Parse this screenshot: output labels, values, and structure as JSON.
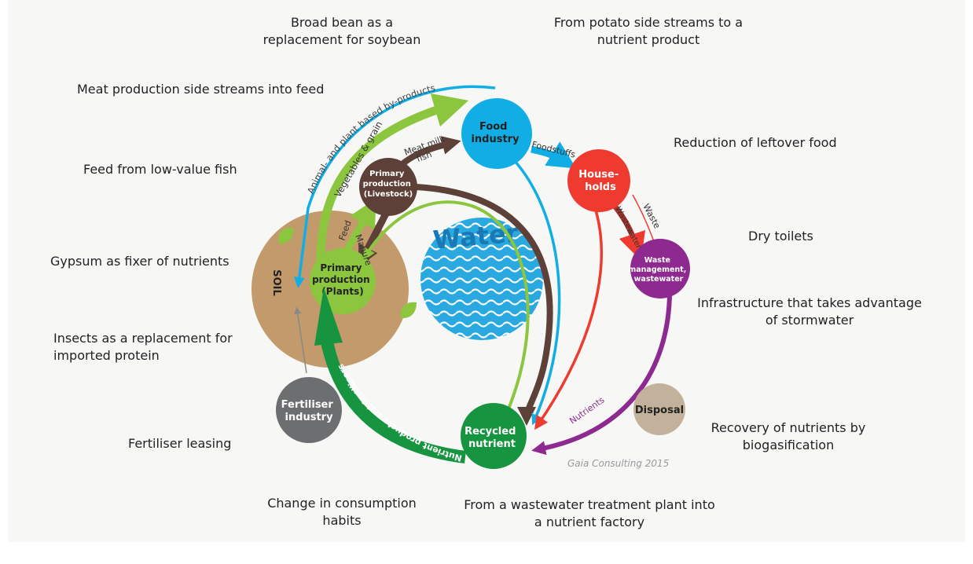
{
  "labels": {
    "broad_bean": "Broad bean as a replacement for soybean",
    "potato": "From potato side streams to a nutrient product",
    "meat_side": "Meat production side streams into feed",
    "leftover": "Reduction of leftover food",
    "feed_fish": "Feed from low-value fish",
    "dry_toilets": "Dry toilets",
    "gypsum": "Gypsum as fixer of nutrients",
    "infrastructure": "Infrastructure that takes advantage of stormwater",
    "insects": "Insects as a replacement for imported protein",
    "recovery": "Recovery of nutrients by biogasification",
    "leasing": "Fertiliser leasing",
    "consumption": "Change in consumption habits",
    "wastewater_plant": "From a wastewater treatment plant into a nutrient factory"
  },
  "nodes": {
    "soil": "SOIL",
    "plants": [
      "Primary",
      "production",
      "(Plants)"
    ],
    "livestock": [
      "Primary",
      "production",
      "(Livestock)"
    ],
    "food_industry": [
      "Food",
      "industry"
    ],
    "households": [
      "House-",
      "holds"
    ],
    "waste_mgmt": [
      "Waste",
      "management,",
      "wastewater"
    ],
    "recycled": [
      "Recycled",
      "nutrient"
    ],
    "fertiliser": [
      "Fertiliser",
      "industry"
    ],
    "disposal": "Disposal",
    "water": "Water"
  },
  "flows": {
    "animal_plant": "Animal- and plant based by-products",
    "veg_grain": "Vegetables & grain",
    "meat_milk": [
      "Meat,milk",
      "fish"
    ],
    "foodstuffs": "Foodstuffs",
    "waste": "Waste",
    "wastewater": "Wastewater",
    "feed": "Feed",
    "manure": "Manure",
    "nutrients": "Nutrients",
    "nutrient_products": "Nutrient products and fertilisers"
  },
  "credit": "Gaia Consulting 2015",
  "colors": {
    "soil": "#c39a6b",
    "plants": "#8cc63f",
    "livestock": "#5d4037",
    "food": "#11aee6",
    "households": "#ee3a2f",
    "waste": "#8e2a8f",
    "recycled": "#16943f",
    "fertiliser": "#6d6e70",
    "disposal": "#c2b29b",
    "water": "#29a9e0"
  }
}
